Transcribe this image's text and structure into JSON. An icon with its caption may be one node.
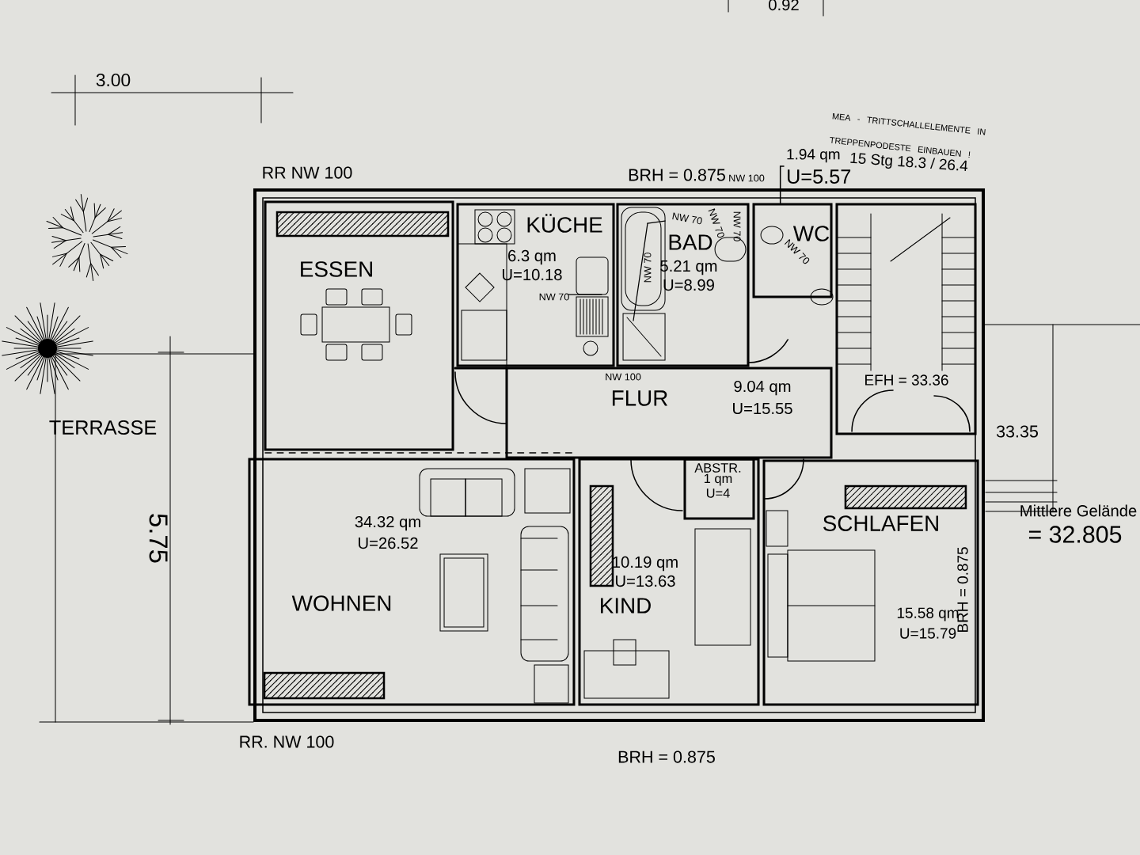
{
  "diagram": {
    "nodes": [
      {
        "text": [
          "ESSEN"
        ]
      },
      {
        "text": [
          "KÜCHE",
          "6.3 qm",
          "U=10.18"
        ]
      },
      {
        "text": [
          "BAD",
          "5.21 qm",
          "U=8.99"
        ]
      },
      {
        "text": [
          "WC"
        ]
      },
      {
        "text": [
          "1.94 qm",
          "U=5.57"
        ]
      },
      {
        "text": [
          "EFH = 33.36"
        ]
      },
      {
        "text": [
          "FLUR",
          "9.04 qm",
          "U=15.55"
        ]
      },
      {
        "text": [
          "ABSTR.",
          "1 qm",
          "U=4"
        ],
        "in": 9
      },
      {
        "text": [
          "34.32 qm",
          "U=26.52",
          "WOHNEN"
        ]
      },
      {
        "text": [
          "10.19 qm",
          "U=13.63",
          "KIND"
        ]
      },
      {
        "text": [
          "SCHLAFEN",
          "15.58 qm",
          "U=15.79"
        ]
      }
    ],
    "edges": [
      {
        "from": 4,
        "to": 3,
        "arrow": "none"
      }
    ],
    "labels": [
      "0.92",
      "3.00",
      "RR NW 100",
      "BRH = 0.875",
      "NW 100",
      "MEA - TRITTSCHALLELEMENTE IN TREPPENPODESTE EINBAUEN !",
      "15 Stg 18.3 / 26.4",
      "NW 70",
      "NW 70",
      "NW 70",
      "NW 70",
      "NW 70",
      "NW 100",
      "NW 70",
      "TERRASSE",
      "5.75",
      "33.35",
      "Mittlere Gelände",
      "= 32.805",
      "BRH = 0.875",
      "RR. NW 100",
      "BRH = 0.875"
    ]
  }
}
